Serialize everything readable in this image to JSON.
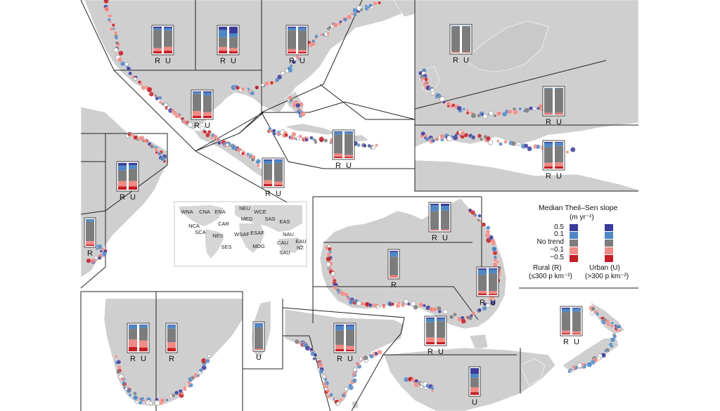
{
  "colors": {
    "land": "#cfcfcf",
    "land_edge": "#ffffff",
    "panel_line": "#222222",
    "rural": [
      "#3b3b9a",
      "#4f87c4",
      "#7c7c7c",
      "#f08a84",
      "#c41e24"
    ],
    "urban": [
      "#3b3b9a",
      "#4f87c4",
      "#7c7c7c",
      "#f08a84",
      "#c41e24"
    ]
  },
  "legend": {
    "title": "Median Theil–Sen slope",
    "unit": "(m yr⁻¹)",
    "class_labels": [
      "0.5",
      "0.1",
      "No trend",
      "−0.1",
      "−0.5"
    ],
    "rural_label": "Rural (R)",
    "rural_sub": "(≤300 p km⁻²)",
    "urban_label": "Urban (U)",
    "urban_sub": "(>300 p km⁻²)"
  },
  "inset": {
    "regions": [
      "WNA",
      "CNA",
      "ENA",
      "NCA",
      "CAR",
      "SCA",
      "NES",
      "SES",
      "NEU",
      "WCE",
      "MED",
      "SAS",
      "EAS",
      "WSAF",
      "ESAF",
      "MDG",
      "NAU",
      "CAU",
      "EAU",
      "SAU",
      "NZ"
    ]
  },
  "regions": [
    {
      "id": "WNA",
      "labels": "R U",
      "bars": [
        [
          0.06,
          0.06,
          0.68,
          0.12,
          0.08
        ],
        [
          0.05,
          0.1,
          0.6,
          0.15,
          0.1
        ]
      ]
    },
    {
      "id": "CNA",
      "labels": "R U",
      "bars": [
        [
          0.12,
          0.28,
          0.36,
          0.14,
          0.1
        ],
        [
          0.25,
          0.15,
          0.4,
          0.12,
          0.08
        ]
      ]
    },
    {
      "id": "ENA",
      "labels": "R U",
      "bars": [
        [
          0.04,
          0.1,
          0.7,
          0.1,
          0.06
        ],
        [
          0.03,
          0.12,
          0.72,
          0.08,
          0.05
        ]
      ]
    },
    {
      "id": "NCA",
      "labels": "R U",
      "bars": [
        [
          0.02,
          0.08,
          0.64,
          0.18,
          0.08
        ],
        [
          0.04,
          0.12,
          0.62,
          0.14,
          0.08
        ]
      ]
    },
    {
      "id": "CAR",
      "labels": "R U",
      "bars": [
        [
          0.03,
          0.1,
          0.7,
          0.12,
          0.05
        ],
        [
          0.02,
          0.08,
          0.78,
          0.08,
          0.04
        ]
      ]
    },
    {
      "id": "SCA",
      "labels": "R U",
      "bars": [
        [
          0.04,
          0.12,
          0.62,
          0.14,
          0.08
        ],
        [
          0.03,
          0.1,
          0.7,
          0.12,
          0.05
        ]
      ]
    },
    {
      "id": "NES",
      "labels": "R U",
      "bars": [
        [
          0.1,
          0.18,
          0.4,
          0.2,
          0.12
        ],
        [
          0.08,
          0.14,
          0.46,
          0.2,
          0.12
        ]
      ]
    },
    {
      "id": "SES",
      "labels": "R",
      "bars": [
        [
          0.0,
          0.1,
          0.72,
          0.14,
          0.04
        ]
      ]
    },
    {
      "id": "NEU",
      "labels": "R U",
      "bars": [
        [
          0.0,
          0.02,
          0.95,
          0.02,
          0.01
        ],
        [
          0.0,
          0.02,
          0.96,
          0.01,
          0.01
        ]
      ]
    },
    {
      "id": "WCE",
      "labels": "R U",
      "bars": [
        [
          0.0,
          0.02,
          0.92,
          0.04,
          0.02
        ],
        [
          0.0,
          0.02,
          0.92,
          0.04,
          0.02
        ]
      ]
    },
    {
      "id": "MED",
      "labels": "R U",
      "bars": [
        [
          0.04,
          0.16,
          0.58,
          0.14,
          0.08
        ],
        [
          0.03,
          0.12,
          0.62,
          0.15,
          0.08
        ]
      ]
    },
    {
      "id": "WSAF",
      "labels": "R U",
      "bars": [
        [
          0.02,
          0.14,
          0.4,
          0.28,
          0.16
        ],
        [
          0.02,
          0.1,
          0.48,
          0.26,
          0.14
        ]
      ]
    },
    {
      "id": "ESAF",
      "labels": "R",
      "bars": [
        [
          0.02,
          0.12,
          0.52,
          0.22,
          0.12
        ]
      ]
    },
    {
      "id": "MDG",
      "labels": "U",
      "bars": [
        [
          0.02,
          0.14,
          0.8,
          0.03,
          0.01
        ]
      ]
    },
    {
      "id": "SAS",
      "labels": "R U",
      "bars": [
        [
          0.04,
          0.18,
          0.54,
          0.16,
          0.08
        ],
        [
          0.04,
          0.16,
          0.6,
          0.14,
          0.06
        ]
      ]
    },
    {
      "id": "EAS",
      "labels": "U",
      "bars": [
        [
          0.22,
          0.14,
          0.36,
          0.18,
          0.1
        ]
      ]
    },
    {
      "id": "NAU",
      "labels": "R U",
      "bars": [
        [
          0.06,
          0.22,
          0.68,
          0.03,
          0.01
        ],
        [
          0.08,
          0.18,
          0.7,
          0.03,
          0.01
        ]
      ]
    },
    {
      "id": "CAU",
      "labels": "R",
      "bars": [
        [
          0.04,
          0.18,
          0.7,
          0.06,
          0.02
        ]
      ]
    },
    {
      "id": "EAU",
      "labels": "R U",
      "bars": [
        [
          0.06,
          0.18,
          0.6,
          0.1,
          0.06
        ],
        [
          0.04,
          0.16,
          0.66,
          0.1,
          0.04
        ]
      ]
    },
    {
      "id": "SAU",
      "labels": "R U",
      "bars": [
        [
          0.04,
          0.14,
          0.56,
          0.18,
          0.08
        ],
        [
          0.04,
          0.1,
          0.62,
          0.16,
          0.08
        ]
      ]
    },
    {
      "id": "NZ",
      "labels": "R U",
      "bars": [
        [
          0.04,
          0.12,
          0.7,
          0.1,
          0.04
        ],
        [
          0.03,
          0.12,
          0.74,
          0.08,
          0.03
        ]
      ]
    }
  ]
}
